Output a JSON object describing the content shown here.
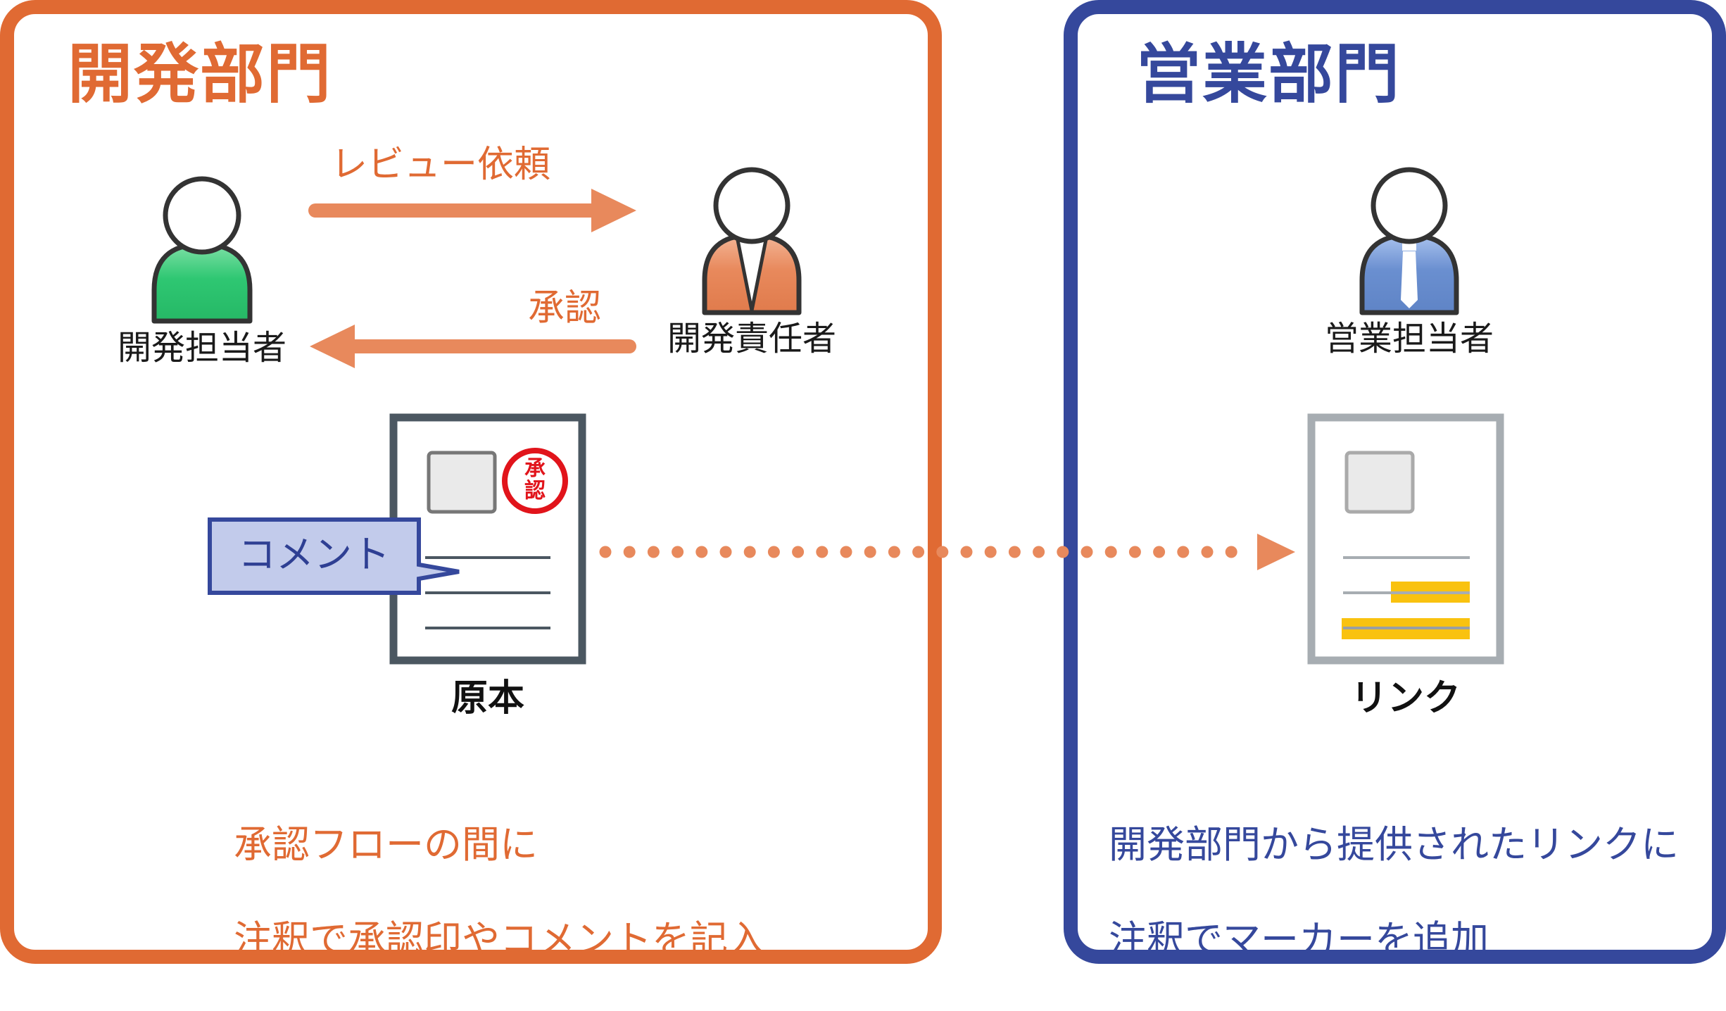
{
  "colors": {
    "dev": "#e06a33",
    "dev_arrow": "#e8895c",
    "sales": "#35489c",
    "stamp": "#e1141b",
    "person_green": "#2ec772",
    "person_orange": "#e8895c",
    "person_blue": "#6a8fd0",
    "doc_border_original": "#4b5761",
    "doc_border_link": "#a7adb2",
    "comment_fill": "#c2cbeb",
    "highlight": "#f9c20f"
  },
  "dev_section": {
    "title": "開発部門",
    "staff_label": "開発担当者",
    "manager_label": "開発責任者",
    "review_request": "レビュー依頼",
    "approval": "承認",
    "comment": "コメント",
    "stamp_top": "承",
    "stamp_bottom": "認",
    "document_label": "原本",
    "description_line1": "承認フローの間に",
    "description_line2": "注釈で承認印やコメントを記入"
  },
  "sales_section": {
    "title": "営業部門",
    "staff_label": "営業担当者",
    "document_label": "リンク",
    "description_line1": "開発部門から提供されたリンクに",
    "description_line2": "注釈でマーカーを追加"
  }
}
